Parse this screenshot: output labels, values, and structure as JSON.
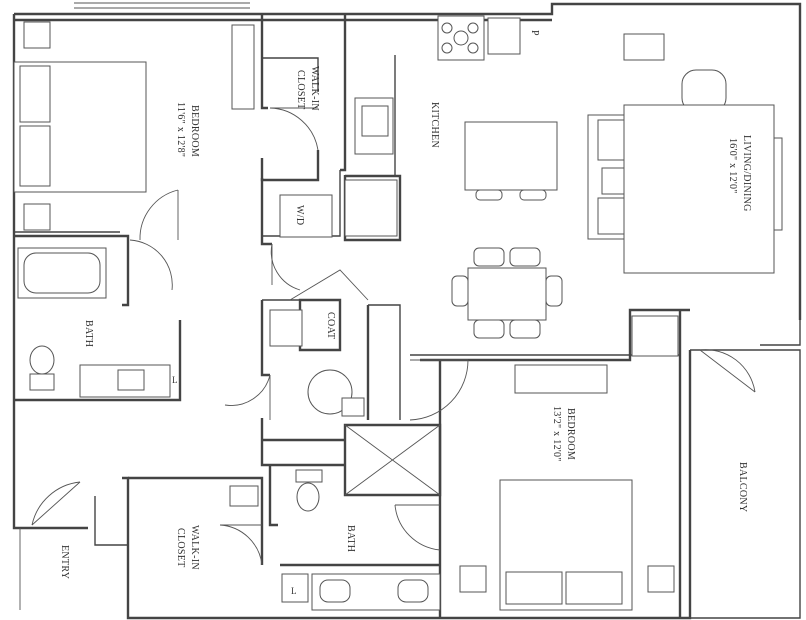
{
  "colors": {
    "line": "#444444",
    "background": "#ffffff"
  },
  "labels": {
    "bedroom1": "BEDROOM",
    "bedroom1_dim": "11'6\" x 12'8\"",
    "walk_in_closet_top_1": "WALK-IN",
    "walk_in_closet_top_2": "CLOSET",
    "kitchen": "KITCHEN",
    "pantry": "P",
    "living_dining": "LIVING/DINING",
    "living_dining_dim": "16'0\" x 12'0\"",
    "wd": "W/D",
    "coat": "COAT",
    "bath_left": "BATH",
    "bath_lower": "BATH",
    "bedroom2": "BEDROOM",
    "bedroom2_dim": "13'2\" x 12'0\"",
    "balcony": "BALCONY",
    "entry": "ENTRY",
    "walk_in_closet_bottom_1": "WALK-IN",
    "walk_in_closet_bottom_2": "CLOSET",
    "linen_left": "L",
    "linen_bottom": "L"
  }
}
